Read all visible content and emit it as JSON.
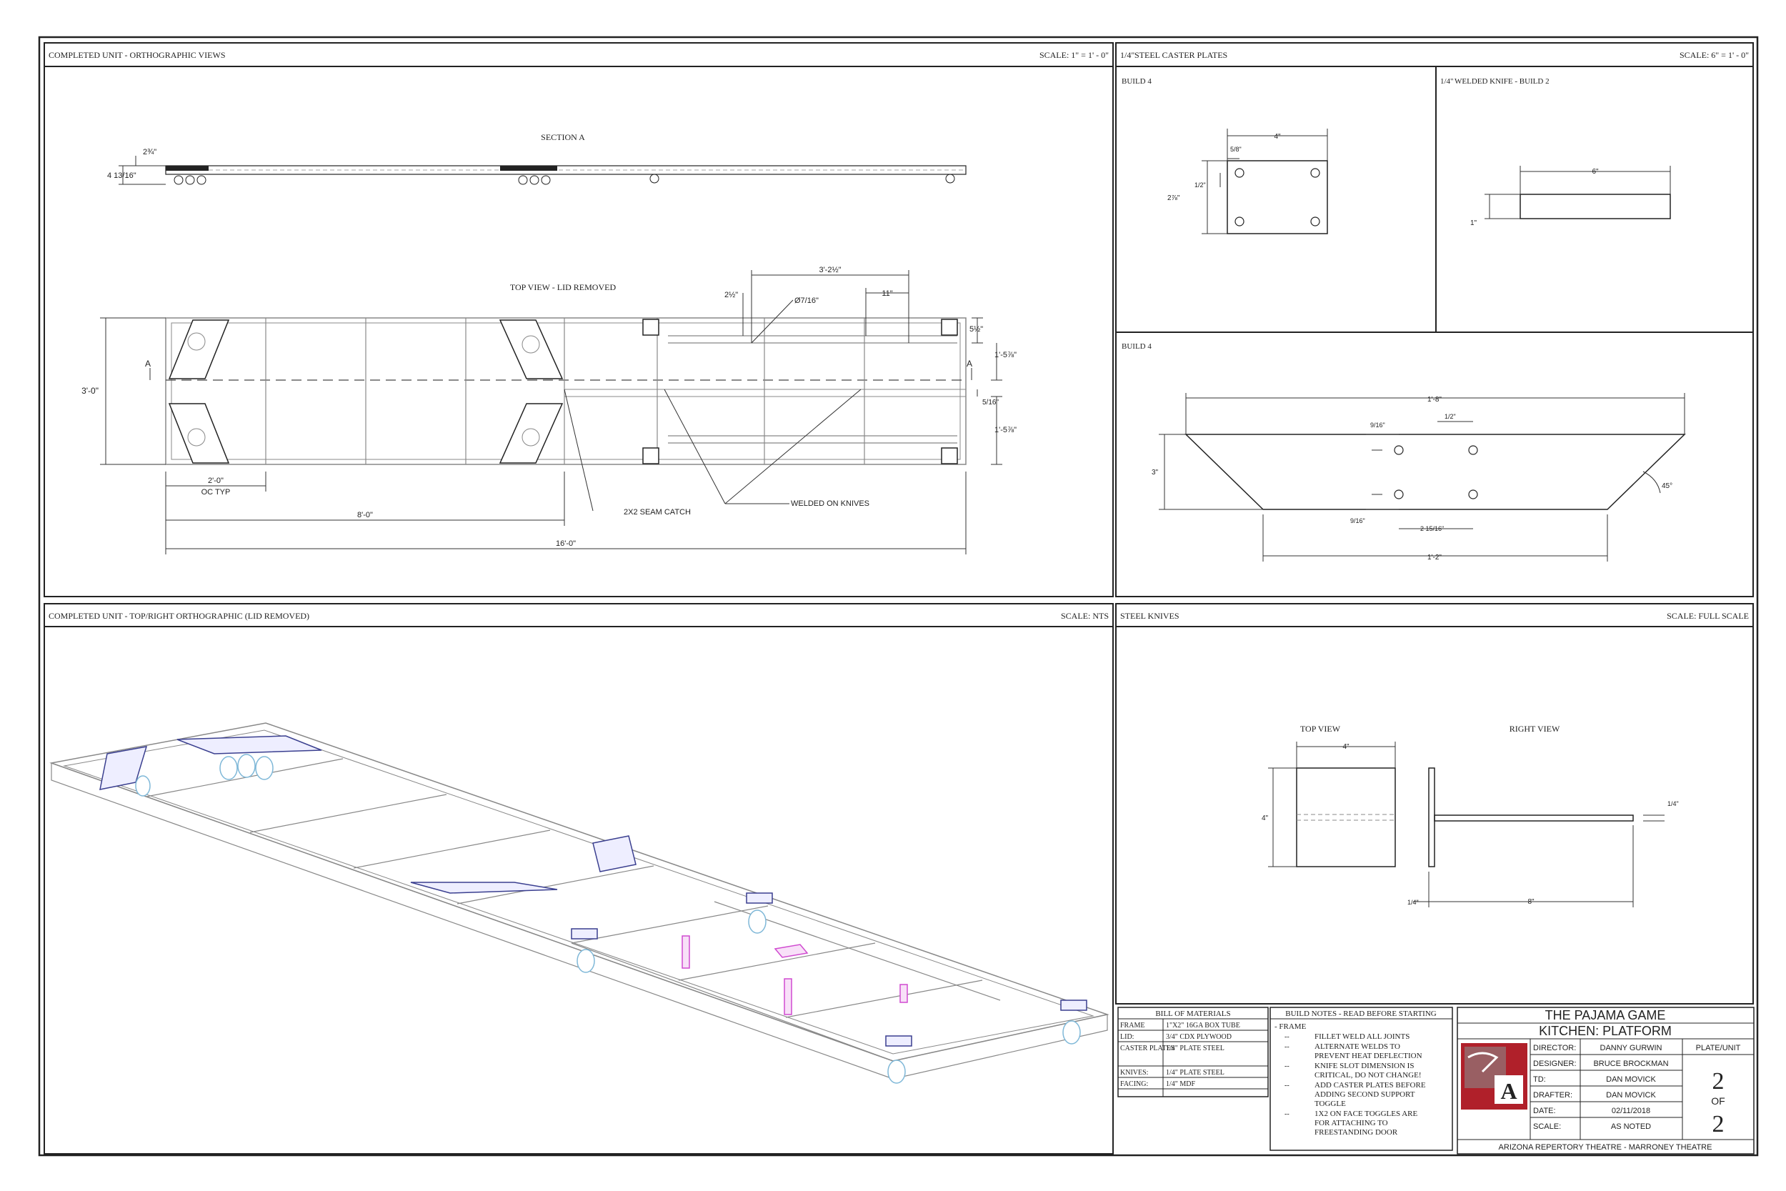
{
  "panels": {
    "ortho": {
      "title": "COMPLETED UNIT - ORTHOGRAPHIC VIEWS",
      "scale": "SCALE: 1\" = 1' - 0\""
    },
    "caster": {
      "title": "STEEL CASTER PLATES",
      "title_frac": "1/4\"",
      "scale": "SCALE: 6\" = 1' - 0\""
    },
    "iso": {
      "title": "COMPLETED UNIT - TOP/RIGHT ORTHOGRAPHIC (LID REMOVED)",
      "scale": "SCALE: NTS"
    },
    "knives": {
      "title": "STEEL KNIVES",
      "scale": "SCALE: FULL SCALE"
    }
  },
  "ortho": {
    "section_label": "SECTION A",
    "topview_label": "TOP VIEW - LID REMOVED",
    "dim_3_0": "3'-0\"",
    "dim_2_0": "2'-0\"",
    "oc_typ": "OC TYP",
    "dim_8_0": "8'-0\"",
    "dim_16_0": "16'-0\"",
    "seam_catch": "2X2 SEAM CATCH",
    "welded_knives": "WELDED ON KNIVES",
    "dim_3_2h": "3'-2½\"",
    "dim_11": "11\"",
    "dim_2h": "2½\"",
    "dia": "Ø7/16\"",
    "dim_5h": "5½\"",
    "dim_1_5_7_8a": "1'-5⅞\"",
    "dim_5_16": "5/16\"",
    "dim_1_5_7_8b": "1'-5⅞\"",
    "dim_2_3_4": "2¾\"",
    "dim_4_13_16": "4 13/16\"",
    "section_arrow": "A"
  },
  "caster": {
    "build4_a": "BUILD 4",
    "knife_label": "WELDED KNIFE - BUILD 2",
    "knife_frac": "1/4\"",
    "build4_b": "BUILD 4",
    "plate_w": "4\"",
    "plate_5_8": "5/8\"",
    "plate_1_2": "1/2\"",
    "plate_2_7_8": "2⅞\"",
    "knife_6": "6\"",
    "knife_1": "1\"",
    "trap_top": "1'-8\"",
    "trap_bot": "1'-2\"",
    "trap_h": "3\"",
    "trap_9_16a": "9/16\"",
    "trap_1_2": "1/2\"",
    "trap_9_16b": "9/16\"",
    "trap_2_15_16": "2 15/16\"",
    "trap_angle": "45°"
  },
  "knives": {
    "top_view": "TOP VIEW",
    "right_view": "RIGHT VIEW",
    "w4": "4\"",
    "h4": "4\"",
    "len8": "8\"",
    "t_1_4a": "1/4\"",
    "t_1_4b": "1/4\""
  },
  "bom": {
    "title": "BILL OF MATERIALS",
    "rows": [
      {
        "item": "FRAME",
        "material": "1\"X2\" 16GA BOX TUBE"
      },
      {
        "item": "LID:",
        "material": "3/4\" CDX PLYWOOD"
      },
      {
        "item": "CASTER PLATES",
        "material": "1/4\" PLATE STEEL"
      },
      {
        "item": "KNIVES:",
        "material": "1/4\" PLATE STEEL"
      },
      {
        "item": "FACING:",
        "material": "1/4\" MDF"
      }
    ]
  },
  "notes": {
    "title": "BUILD NOTES - READ BEFORE STARTING",
    "heading": "-  FRAME",
    "items": [
      [
        "FILLET WELD ALL JOINTS"
      ],
      [
        "ALTERNATE WELDS TO",
        "PREVENT HEAT DEFLECTION"
      ],
      [
        "KNIFE SLOT DIMENSION IS",
        "CRITICAL, DO NOT CHANGE!"
      ],
      [
        "ADD CASTER PLATES BEFORE",
        "ADDING SECOND SUPPORT",
        "TOGGLE"
      ],
      [
        "1X2 ON FACE TOGGLES ARE",
        "FOR ATTACHING TO",
        "FREESTANDING DOOR"
      ]
    ],
    "bullet": "--"
  },
  "title_block": {
    "show": "THE PAJAMA GAME",
    "piece": "KITCHEN: PLATFORM",
    "rows": [
      {
        "label": "DIRECTOR:",
        "value": "DANNY GURWIN"
      },
      {
        "label": "DESIGNER:",
        "value": "BRUCE BROCKMAN"
      },
      {
        "label": "TD:",
        "value": "DAN MOVICK"
      },
      {
        "label": "DRAFTER:",
        "value": "DAN MOVICK"
      },
      {
        "label": "DATE:",
        "value": "02/11/2018"
      },
      {
        "label": "SCALE:",
        "value": "AS NOTED"
      }
    ],
    "plate_label": "PLATE/UNIT",
    "plate_num": "2",
    "of": "OF",
    "plate_total": "2",
    "logo_letter": "A",
    "footer": "ARIZONA REPERTORY THEATRE - MARRONEY THEATRE"
  },
  "colors": {
    "line": "#222222",
    "light": "#888888",
    "navy": "#3a3f8f",
    "magenta": "#d04ad0",
    "cyan": "#7fb8d8",
    "logo_red": "#b0202a"
  }
}
